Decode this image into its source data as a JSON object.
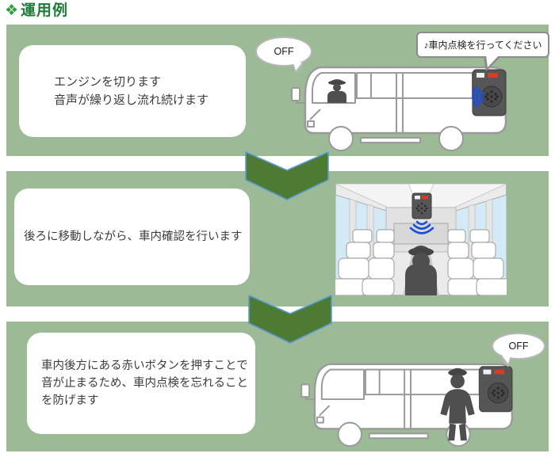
{
  "title": {
    "marker": "❖",
    "text": "運用例"
  },
  "colors": {
    "panel-bg": "#9cba96",
    "title-green": "#1f7a3c",
    "marker-green": "#2f9e41",
    "chevron-green": "#4e7b33",
    "chevron-border": "#5b9bd5",
    "wave-blue": "#1c4fd8",
    "device-gray": "#565656",
    "button-red": "#d63c2a",
    "window-blue": "#d4eaf7",
    "text-dark": "#3c3c3c",
    "outline-gray": "#9a9a9a"
  },
  "steps": [
    {
      "lines": [
        "エンジンを切ります",
        "音声が繰り返し流れ続けます"
      ],
      "driver_bubble": "OFF",
      "announcement": "♪車内点検を行ってください"
    },
    {
      "lines": [
        "後ろに移動しながら、車内確認を行います"
      ]
    },
    {
      "lines": [
        "車内後方にある赤いボタンを押すことで",
        "音が止まるため、車内点検を忘れること",
        "を防げます"
      ],
      "device_bubble": "OFF"
    }
  ]
}
